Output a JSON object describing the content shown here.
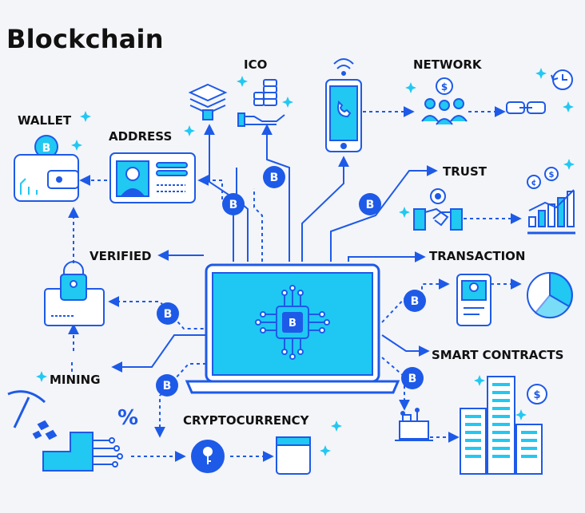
{
  "title": "Blockchain",
  "labels": {
    "ico": "ICO",
    "network": "NETWORK",
    "wallet": "WALLET",
    "address": "ADDRESS",
    "trust": "TRUST",
    "verified": "VERIFIED",
    "transaction": "TRANSACTION",
    "smart_contracts": "SMART CONTRACTS",
    "mining": "MINING",
    "cryptocurrency": "CRYPTOCURRENCY"
  },
  "symbols": {
    "coin": "B",
    "percent": "%",
    "dollar": "$",
    "cent": "¢"
  },
  "colors": {
    "primary": "#1e5ae8",
    "accent": "#21c8f2",
    "screen": "#1ec8f3",
    "background": "#f4f5f9",
    "text": "#111111"
  },
  "icons": [
    "laptop-chip-icon",
    "blockchain-blocks-icon",
    "coins-in-hand-icon",
    "smartphone-call-icon",
    "users-network-icon",
    "chain-link-icon",
    "clock-history-icon",
    "wallet-bitcoin-icon",
    "id-card-icon",
    "handshake-gear-icon",
    "growth-bar-chart-icon",
    "padlock-icon",
    "mobile-profile-icon",
    "pie-chart-icon",
    "pickaxe-icon",
    "circuit-hand-icon",
    "key-icon",
    "document-icon",
    "small-laptop-icon",
    "city-buildings-icon"
  ]
}
